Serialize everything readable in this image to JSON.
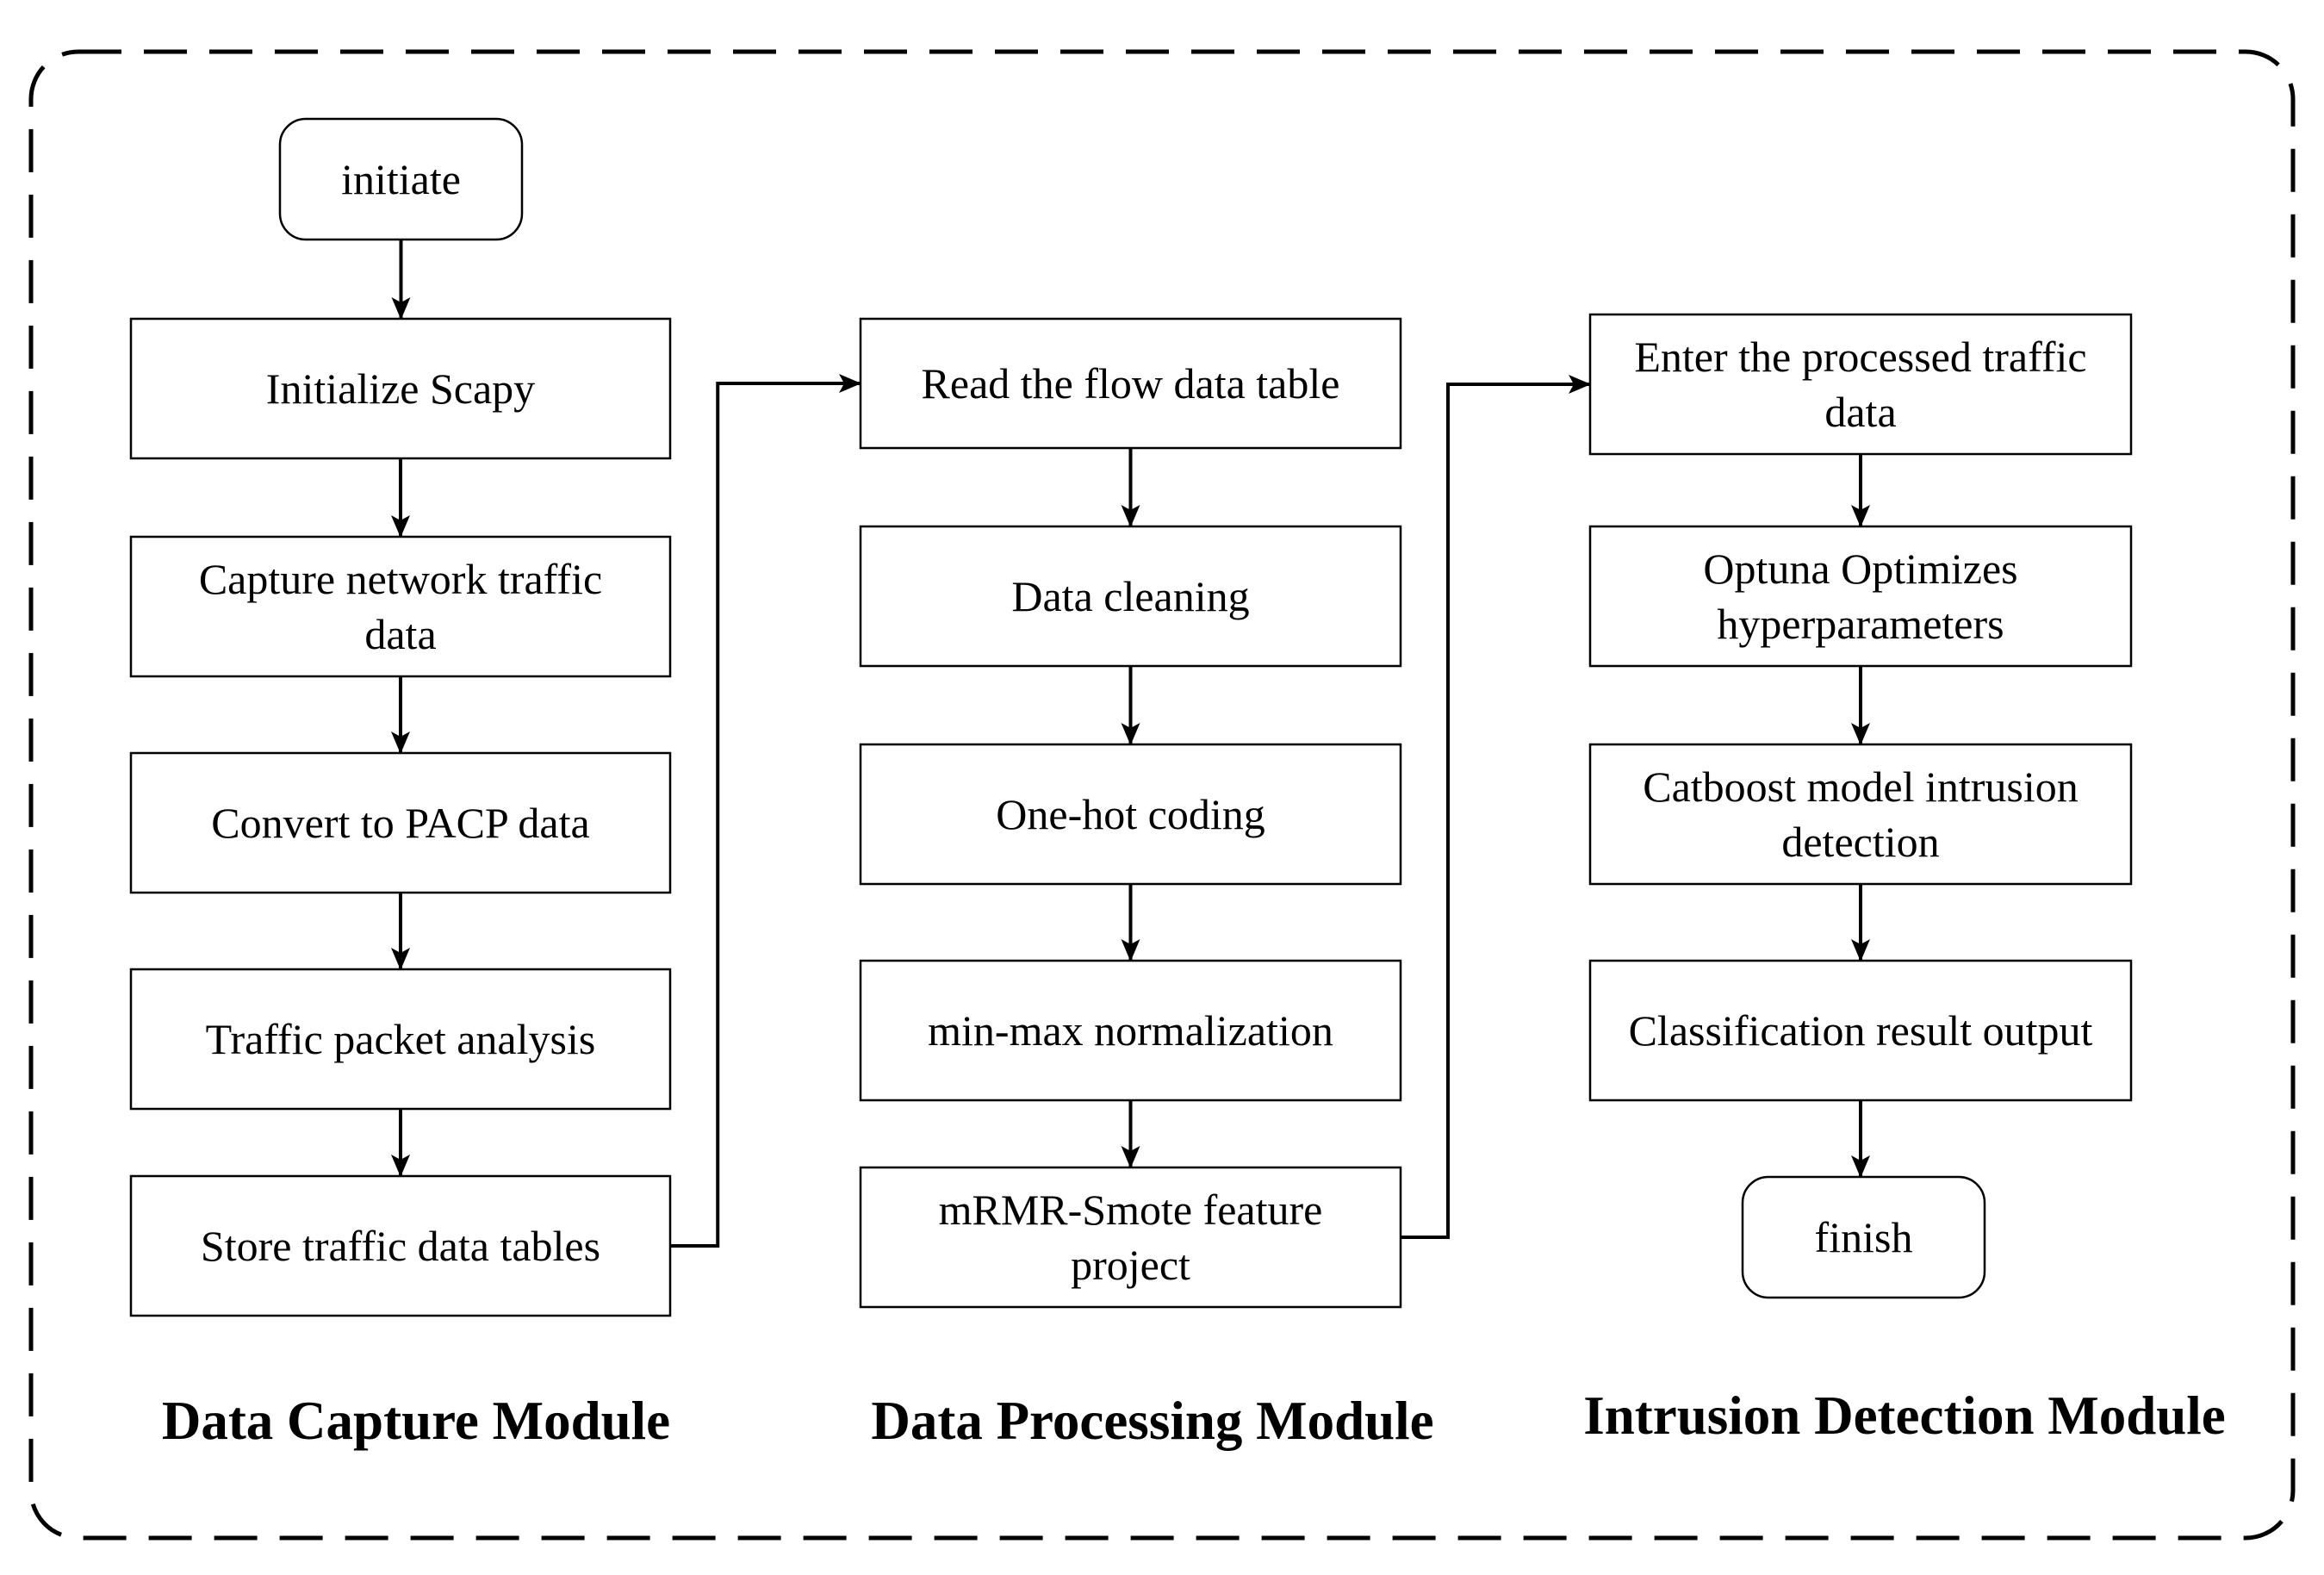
{
  "nodes": [
    {
      "id": "initiate",
      "lines": [
        "initiate"
      ],
      "shape": "rounded"
    },
    {
      "id": "initialize-scapy",
      "lines": [
        "Initialize Scapy"
      ],
      "shape": "rect"
    },
    {
      "id": "capture-traffic",
      "lines": [
        "Capture network traffic",
        "data"
      ],
      "shape": "rect"
    },
    {
      "id": "convert-pacp",
      "lines": [
        "Convert to PACP data"
      ],
      "shape": "rect"
    },
    {
      "id": "packet-analysis",
      "lines": [
        "Traffic packet analysis"
      ],
      "shape": "rect"
    },
    {
      "id": "store-tables",
      "lines": [
        "Store traffic data tables"
      ],
      "shape": "rect"
    },
    {
      "id": "read-flow-table",
      "lines": [
        "Read the flow data table"
      ],
      "shape": "rect"
    },
    {
      "id": "data-cleaning",
      "lines": [
        "Data cleaning"
      ],
      "shape": "rect"
    },
    {
      "id": "one-hot",
      "lines": [
        "One-hot coding"
      ],
      "shape": "rect"
    },
    {
      "id": "min-max",
      "lines": [
        "min-max normalization"
      ],
      "shape": "rect"
    },
    {
      "id": "mrmr-smote",
      "lines": [
        "mRMR-Smote feature",
        "project"
      ],
      "shape": "rect"
    },
    {
      "id": "enter-processed",
      "lines": [
        "Enter the processed traffic",
        "data"
      ],
      "shape": "rect"
    },
    {
      "id": "optuna",
      "lines": [
        "Optuna Optimizes",
        "hyperparameters"
      ],
      "shape": "rect"
    },
    {
      "id": "catboost",
      "lines": [
        "Catboost model intrusion",
        "detection"
      ],
      "shape": "rect"
    },
    {
      "id": "classification-output",
      "lines": [
        "Classification result output"
      ],
      "shape": "rect"
    },
    {
      "id": "finish",
      "lines": [
        "finish"
      ],
      "shape": "rounded"
    }
  ],
  "edges": [
    [
      "initiate",
      "initialize-scapy"
    ],
    [
      "initialize-scapy",
      "capture-traffic"
    ],
    [
      "capture-traffic",
      "convert-pacp"
    ],
    [
      "convert-pacp",
      "packet-analysis"
    ],
    [
      "packet-analysis",
      "store-tables"
    ],
    [
      "store-tables",
      "read-flow-table"
    ],
    [
      "read-flow-table",
      "data-cleaning"
    ],
    [
      "data-cleaning",
      "one-hot"
    ],
    [
      "one-hot",
      "min-max"
    ],
    [
      "min-max",
      "mrmr-smote"
    ],
    [
      "mrmr-smote",
      "enter-processed"
    ],
    [
      "enter-processed",
      "optuna"
    ],
    [
      "optuna",
      "catboost"
    ],
    [
      "catboost",
      "classification-output"
    ],
    [
      "classification-output",
      "finish"
    ]
  ],
  "modules": [
    {
      "id": "capture",
      "label": "Data Capture Module"
    },
    {
      "id": "processing",
      "label": "Data Processing Module"
    },
    {
      "id": "detection",
      "label": "Intrusion Detection Module"
    }
  ]
}
